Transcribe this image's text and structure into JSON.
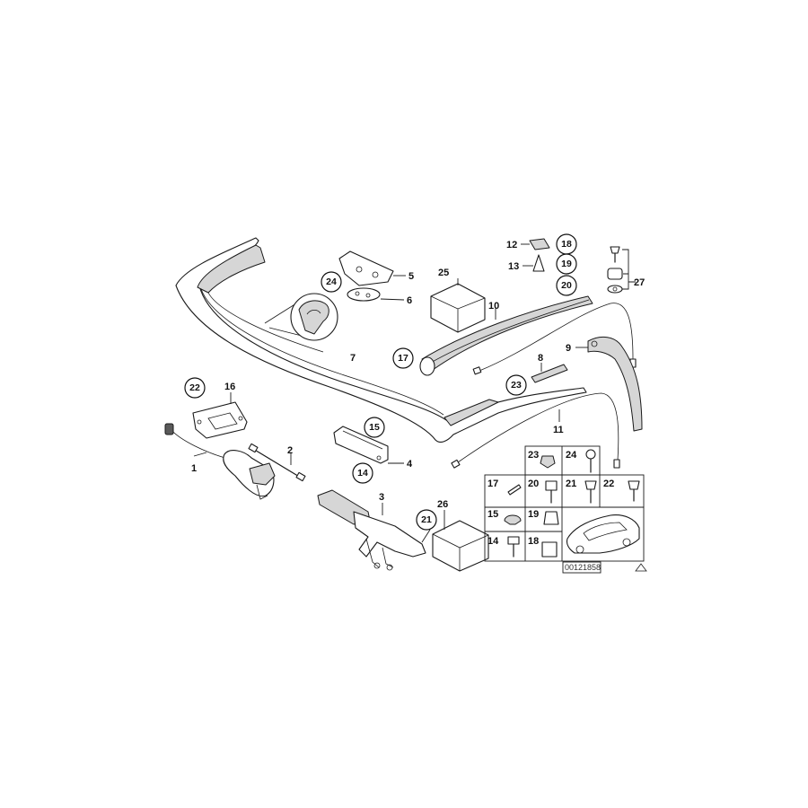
{
  "callouts": {
    "c1": "1",
    "c2": "2",
    "c3": "3",
    "c4": "4",
    "c5": "5",
    "c6": "6",
    "c7": "7",
    "c8": "8",
    "c9": "9",
    "c10": "10",
    "c11": "11",
    "c12": "12",
    "c13": "13",
    "c16": "16",
    "c25": "25",
    "c26": "26",
    "c27": "27"
  },
  "circled": {
    "c14": "14",
    "c15": "15",
    "c17": "17",
    "c18": "18",
    "c19": "19",
    "c20": "20",
    "c21": "21",
    "c22": "22",
    "c23": "23",
    "c24": "24"
  },
  "grid": {
    "g23": "23",
    "g24": "24",
    "g17": "17",
    "g20": "20",
    "g21": "21",
    "g22": "22",
    "g15": "15",
    "g19": "19",
    "g14": "14",
    "g18": "18"
  },
  "reference_number": "00121858"
}
